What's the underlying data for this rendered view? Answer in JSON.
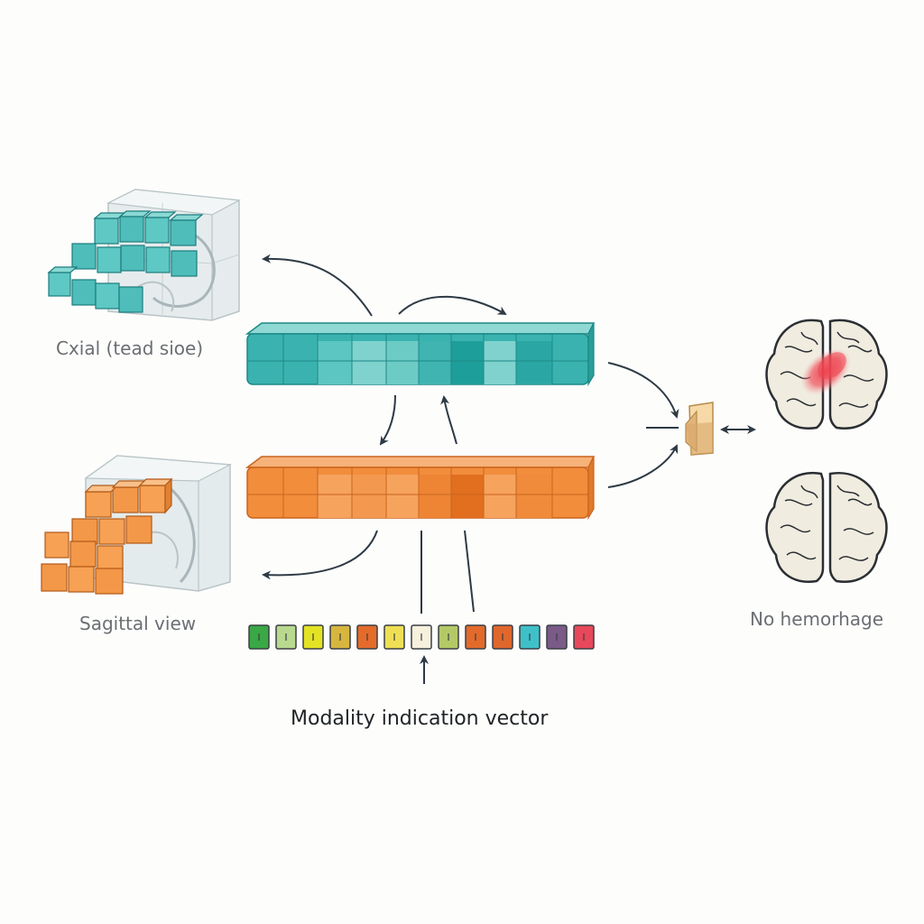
{
  "views": {
    "axial_label": "Cxial (tead sioe)",
    "sagittal_label": "Sagittal view"
  },
  "vector": {
    "label": "Modality indication vector",
    "cells": [
      "#3aa845",
      "#b9d98f",
      "#e3e324",
      "#d7b63f",
      "#e46b2a",
      "#eedf55",
      "#f6f0dc",
      "#b4c966",
      "#e36a2a",
      "#e0672b",
      "#3fc0c8",
      "#7a5a86",
      "#e8485a"
    ]
  },
  "colors": {
    "teal": "#2fb1ae",
    "orange": "#f28d3c",
    "hemorrhage": "#ef4651",
    "arrow": "#2e3a44",
    "brain": "#f0ece0"
  },
  "outcome": {
    "label": "No hemorhage"
  }
}
